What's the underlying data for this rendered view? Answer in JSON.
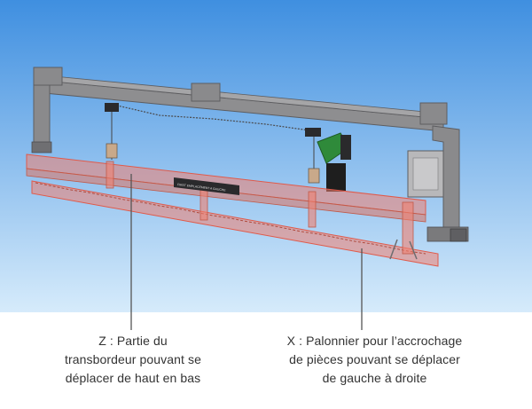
{
  "colors": {
    "sky_top": "#3f8fe0",
    "sky_bottom": "#d6ebfb",
    "steel": "#8e8e90",
    "steel_dark": "#5d5d60",
    "highlight_overlay": "#f08070",
    "motor_green": "#2f8a3a",
    "motor_black": "#1e1e1e",
    "caption_text": "#333333"
  },
  "icons": [
    "hoist-motor-icon",
    "control-cabinet-icon",
    "hoist-block-icon"
  ],
  "plate_label": "FIRST EMPLACEMENT A GAUCHE",
  "captions": {
    "z": {
      "line1": "Z : Partie du",
      "line2": "transbordeur pouvant se",
      "line3": "déplacer de haut en bas"
    },
    "x": {
      "line1": "X : Palonnier pour l’accrochage",
      "line2": "de pièces pouvant se déplacer",
      "line3": "de gauche à droite"
    }
  }
}
